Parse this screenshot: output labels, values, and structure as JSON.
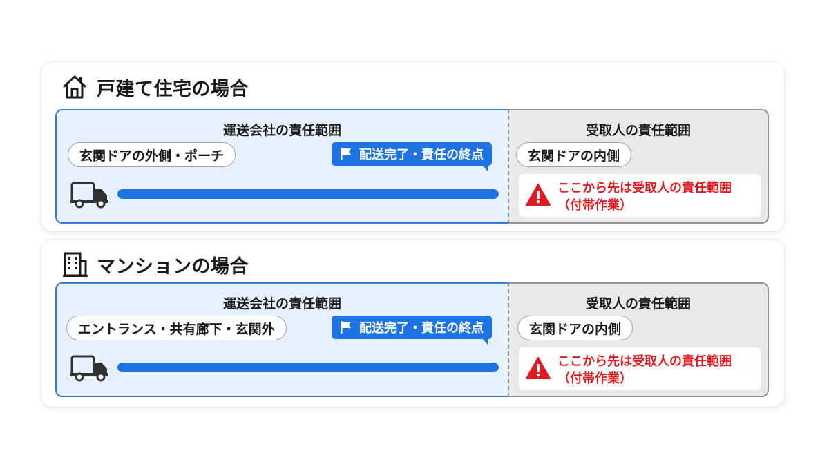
{
  "sections": [
    {
      "title": "戸建て住宅の場合",
      "icon": "house-icon",
      "carrier_heading": "運送会社の責任範囲",
      "carrier_point": "玄関ドアの外側・ポーチ",
      "flag_label": "配送完了・責任の終点",
      "receiver_heading": "受取人の責任範囲",
      "receiver_point": "玄関ドアの内側",
      "warning_line1": "ここから先は受取人の責任範囲",
      "warning_line2": "（付帯作業）"
    },
    {
      "title": "マンションの場合",
      "icon": "building-icon",
      "carrier_heading": "運送会社の責任範囲",
      "carrier_point": "エントランス・共有廊下・玄関外",
      "flag_label": "配送完了・責任の終点",
      "receiver_heading": "受取人の責任範囲",
      "receiver_point": "玄関ドアの内側",
      "warning_line1": "ここから先は受取人の責任範囲",
      "warning_line2": "（付帯作業）"
    }
  ],
  "colors": {
    "carrier_fill": "#e6f1fd",
    "carrier_border": "#2b7de0",
    "accent_blue": "#1d73e3",
    "receiver_fill": "#e8e9eb",
    "warning_red": "#e01b22"
  },
  "icons": [
    "house-icon",
    "building-icon",
    "flag-icon",
    "truck-icon",
    "warning-icon"
  ]
}
